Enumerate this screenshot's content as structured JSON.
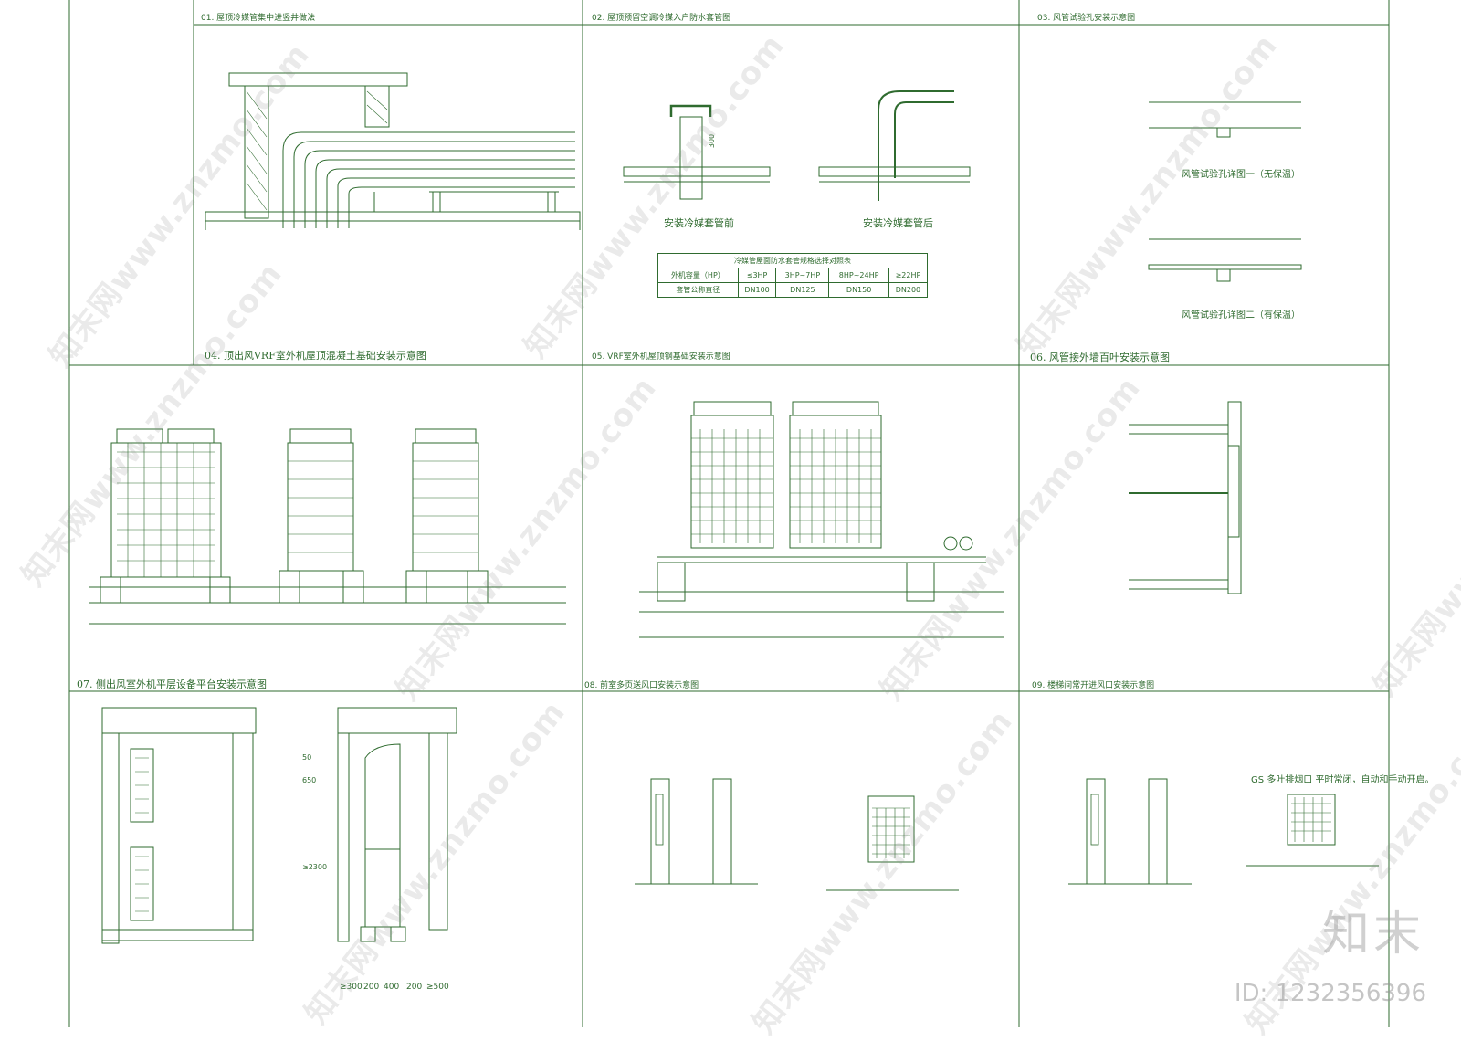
{
  "panels": [
    {
      "id": "01",
      "title": "01. 屋顶冷媒管集中进竖井做法"
    },
    {
      "id": "02",
      "title": "02. 屋顶预留空调冷媒入户防水套管图"
    },
    {
      "id": "03",
      "title": "03. 风管试验孔安装示意图"
    },
    {
      "id": "04",
      "title": "04.  顶出风VRF室外机屋顶混凝土基础安装示意图"
    },
    {
      "id": "05",
      "title": "05. VRF室外机屋顶钢基础安装示意图"
    },
    {
      "id": "06",
      "title": "06. 风管接外墙百叶安装示意图"
    },
    {
      "id": "07",
      "title": "07.   侧出风室外机平层设备平台安装示意图"
    },
    {
      "id": "08",
      "title": "08. 前室多页送风口安装示意图"
    },
    {
      "id": "09",
      "title": "09. 楼梯间常开进风口安装示意图"
    }
  ],
  "panel02": {
    "caption_before": "安装冷媒套管前",
    "caption_after": "安装冷媒套管后",
    "dim": "300",
    "table": {
      "title": "冷媒管屋面防水套管规格选择对照表",
      "header": [
        "外机容量（HP）",
        "≤3HP",
        "3HP~7HP",
        "8HP~24HP",
        "≥22HP"
      ],
      "row": [
        "套管公称直径",
        "DN100",
        "DN125",
        "DN150",
        "DN200"
      ]
    }
  },
  "panel03": {
    "caption1": "风管试验孔详图一（无保温）",
    "caption2": "风管试验孔详图二（有保温）"
  },
  "panel07": {
    "dims_v": [
      "50",
      "650",
      "≥2300"
    ],
    "dims_h": [
      "≥300",
      "200",
      "400",
      "200",
      "≥500"
    ]
  },
  "panel09": {
    "heading": "GS 多叶排烟口  平时常闭，自动和手动开启。"
  },
  "watermark": "知末网www.znzmo.com",
  "brand": "知末",
  "image_id": "ID: 1232356396"
}
